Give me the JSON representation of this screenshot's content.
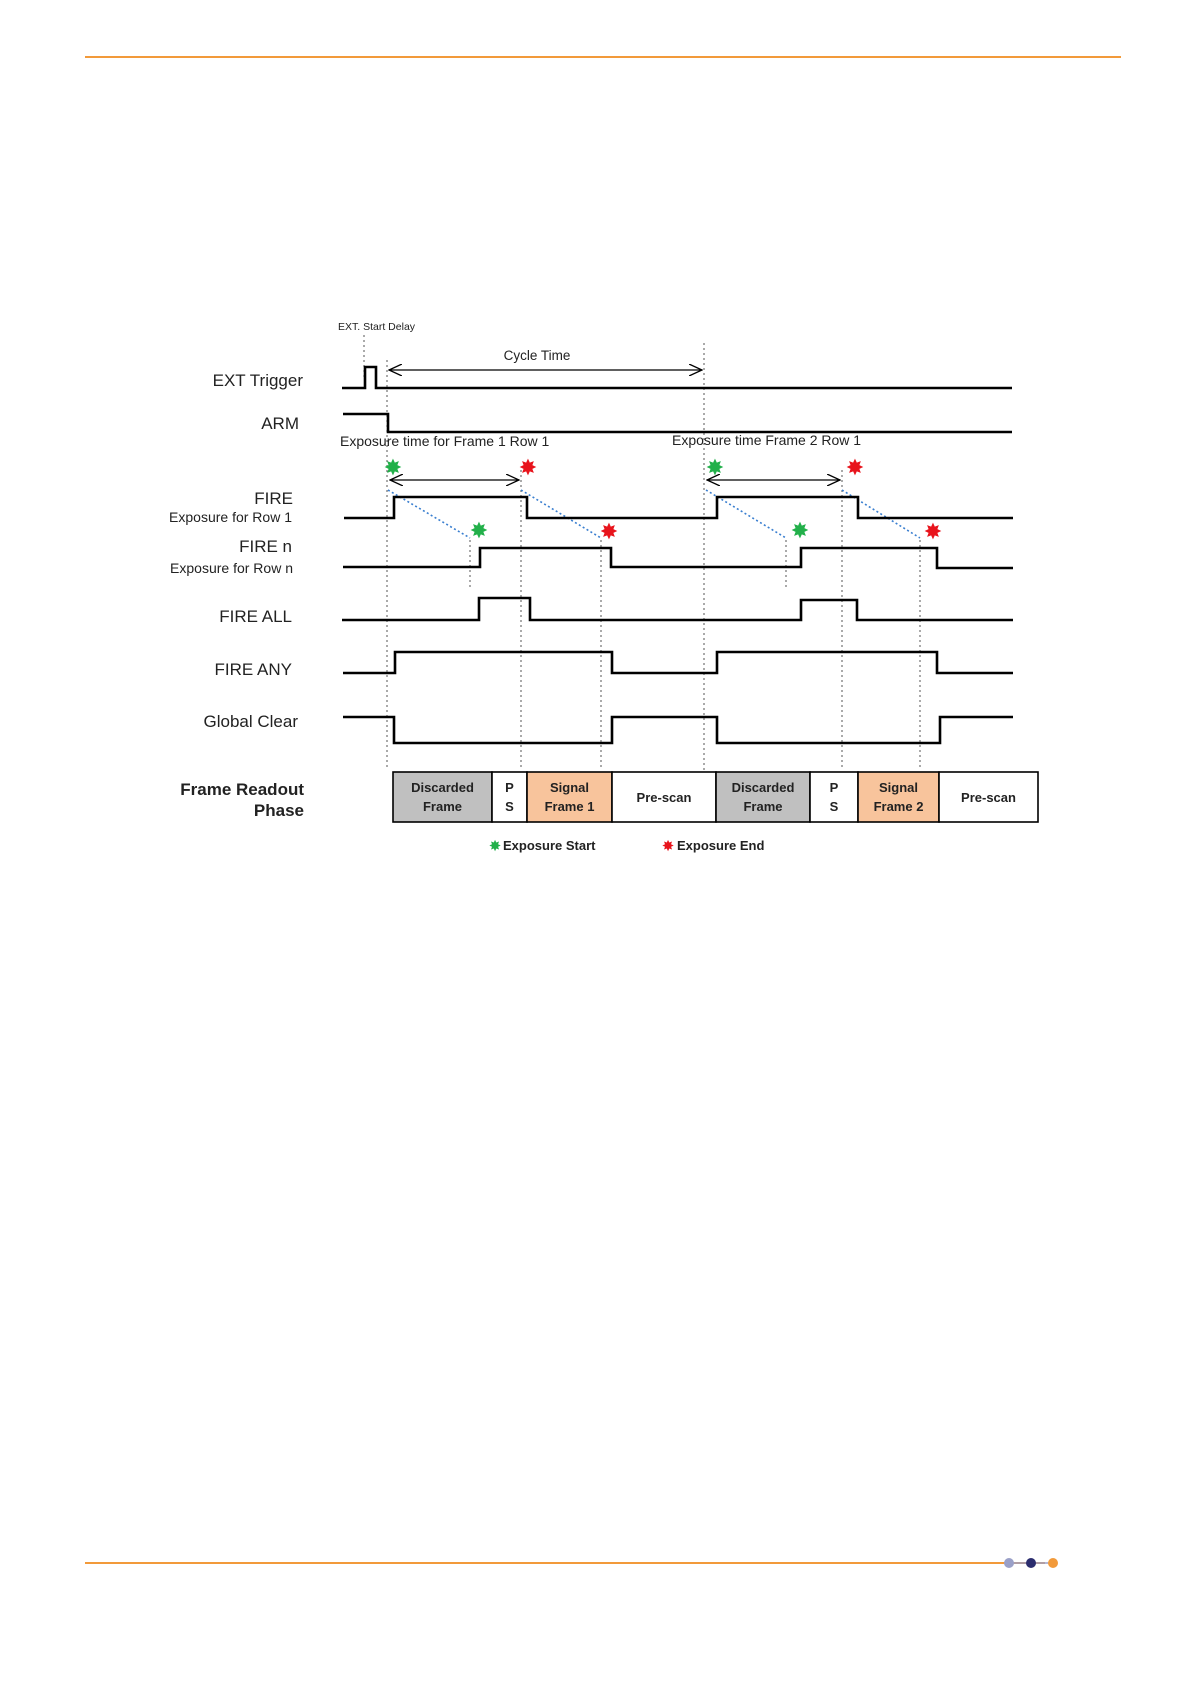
{
  "page": {
    "accent_color": "#f29a3a"
  },
  "diagram": {
    "ext_start_delay": "EXT. Start Delay",
    "cycle_time": "Cycle Time",
    "exposure_frame1": "Exposure time for Frame 1 Row 1",
    "exposure_frame2": "Exposure time Frame 2 Row 1",
    "signals": {
      "ext_trigger": "EXT Trigger",
      "arm": "ARM",
      "fire": "FIRE",
      "fire_sub": "Exposure for Row 1",
      "fire_n": "FIRE n",
      "fire_n_sub": "Exposure for Row n",
      "fire_all": "FIRE ALL",
      "fire_any": "FIRE ANY",
      "global_clear": "Global Clear"
    },
    "readout_label_line1": "Frame Readout",
    "readout_label_line2": "Phase",
    "readout_cells": [
      {
        "line1": "Discarded",
        "line2": "Frame",
        "fill": "#c0c0c0"
      },
      {
        "line1": "P",
        "line2": "S",
        "fill": "#ffffff"
      },
      {
        "line1": "Signal",
        "line2": "Frame 1",
        "fill": "#f8c49c"
      },
      {
        "line1": "Pre-scan",
        "line2": "",
        "fill": "#ffffff"
      },
      {
        "line1": "Discarded",
        "line2": "Frame",
        "fill": "#c0c0c0"
      },
      {
        "line1": "P",
        "line2": "S",
        "fill": "#ffffff"
      },
      {
        "line1": "Signal",
        "line2": "Frame 2",
        "fill": "#f8c49c"
      },
      {
        "line1": "Pre-scan",
        "line2": "",
        "fill": "#ffffff"
      }
    ],
    "legend": {
      "start": "Exposure Start",
      "end": "Exposure End",
      "start_color": "#22b04a",
      "end_color": "#e8141c"
    }
  }
}
